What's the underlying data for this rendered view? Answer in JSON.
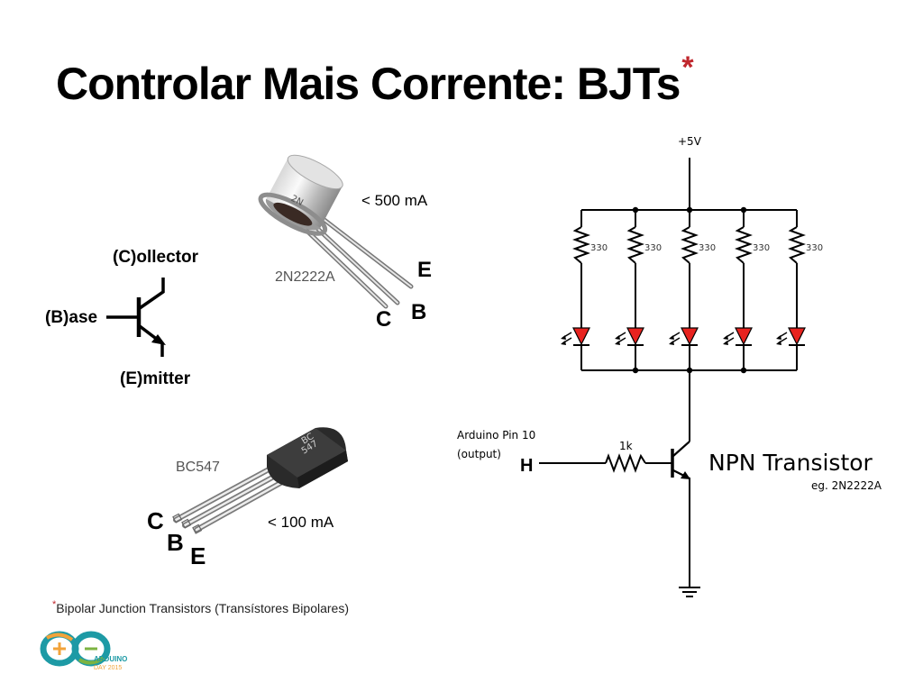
{
  "slide": {
    "title": "Controlar Mais Corrente: BJTs",
    "title_star": "*",
    "footnote_star": "*",
    "footnote": "Bipolar Junction Transistors (Transístores Bipolares)"
  },
  "symbol": {
    "collector": "(C)ollector",
    "base": "(B)ase",
    "emitter": "(E)mitter"
  },
  "to18": {
    "part": "2N2222A",
    "current": "< 500 mA",
    "pin_e": "E",
    "pin_b": "B",
    "pin_c": "C",
    "case_marking": "2N"
  },
  "to92": {
    "part": "BC547",
    "current": "< 100 mA",
    "pin_c": "C",
    "pin_b": "B",
    "pin_e": "E",
    "marking_line1": "BC",
    "marking_line2": "547"
  },
  "circuit": {
    "supply": "+5V",
    "resistor_label": "330",
    "base_resistor": "1k",
    "input_line1": "Arduino Pin 10",
    "input_line2": "(output)",
    "input_level": "H",
    "transistor_title": "NPN Transistor",
    "transistor_example": "eg. 2N2222A",
    "led_color": "#e8231f"
  },
  "logo": {
    "line1": "ARDUINO",
    "line2": "DAY 2015",
    "color_teal": "#1d9aa5",
    "color_orange": "#f2a33a",
    "color_green": "#7cb342"
  },
  "colors": {
    "accent": "#c0272d"
  }
}
